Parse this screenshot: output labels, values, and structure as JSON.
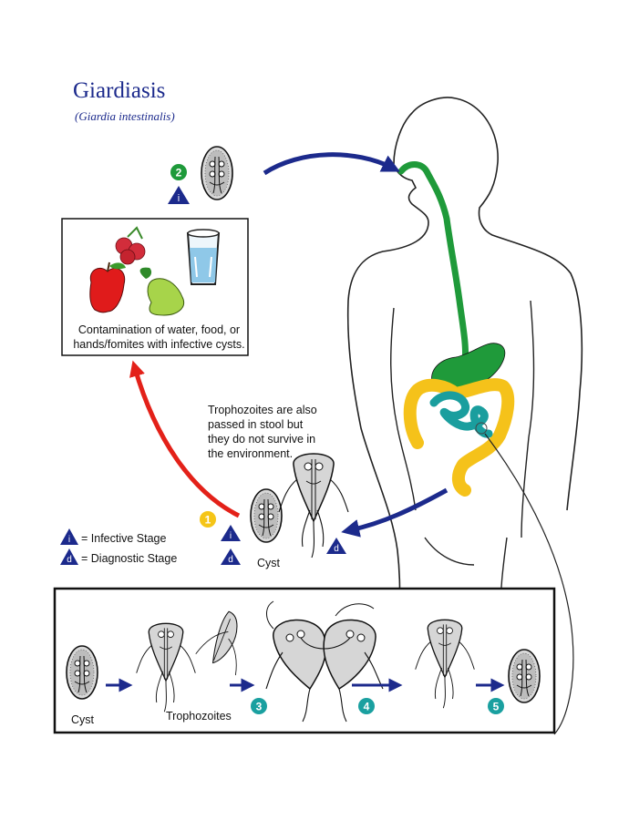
{
  "header": {
    "title": "Giardiasis",
    "subtitle": "(Giardia intestinalis)"
  },
  "contamination_box": {
    "caption_line1": "Contamination of water, food, or",
    "caption_line2": "hands/fomites with infective cysts."
  },
  "trophozoite_note": {
    "line1": "Trophozoites are also",
    "line2": "passed in stool but",
    "line3": "they do not survive in",
    "line4": "the environment."
  },
  "legend": {
    "infective_symbol": "i",
    "infective_label": "= Infective Stage",
    "diagnostic_symbol": "d",
    "diagnostic_label": "= Diagnostic Stage"
  },
  "steps": {
    "step1": "1",
    "step2": "2",
    "step3": "3",
    "step4": "4",
    "step5": "5"
  },
  "stage_labels": {
    "cyst_environment": "Cyst",
    "cyst_bottom": "Cyst",
    "trophozoites": "Trophozoites"
  },
  "symbols": {
    "infective": "i",
    "diagnostic": "d"
  },
  "colors": {
    "title_blue": "#1c2a8c",
    "arrow_blue": "#1c2a8c",
    "arrow_red": "#e32119",
    "step_green": "#1e9a3a",
    "step_yellow": "#f5c518",
    "step_teal": "#1aa0a0",
    "esophagus_green": "#1f9a3a",
    "colon_yellow": "#f5c21a",
    "intestine_teal": "#1a9e9e"
  }
}
